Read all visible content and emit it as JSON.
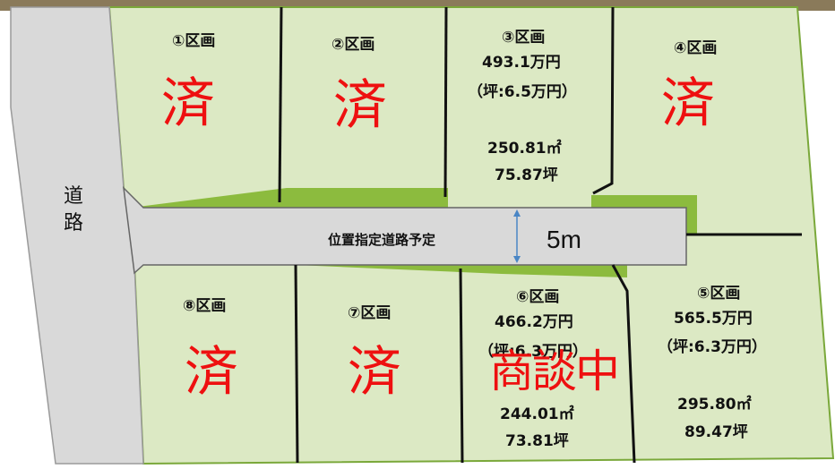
{
  "main_road_label": "道路",
  "private_road_label": "位置指定道路予定",
  "road_width": "5m",
  "colors": {
    "lot_fill": "#dce9c4",
    "accent_green": "#8cbb3e",
    "road_fill": "#d9d9d9",
    "sold_red": "#ee1010"
  },
  "lots": [
    {
      "title": "①区画",
      "status": "済"
    },
    {
      "title": "②区画",
      "status": "済"
    },
    {
      "title": "③区画",
      "price": "493.1万円",
      "tsubo_price": "（坪:6.5万円）",
      "area_m2": "250.81㎡",
      "area_tsubo": "75.87坪"
    },
    {
      "title": "④区画",
      "status": "済"
    },
    {
      "title": "⑤区画",
      "price": "565.5万円",
      "tsubo_price": "（坪:6.3万円）",
      "area_m2": "295.80㎡",
      "area_tsubo": "89.47坪"
    },
    {
      "title": "⑥区画",
      "price": "466.2万円",
      "tsubo_price": "（坪:6.3万円）",
      "area_m2": "244.01㎡",
      "area_tsubo": "73.81坪",
      "status": "商談中"
    },
    {
      "title": "⑦区画",
      "status": "済"
    },
    {
      "title": "⑧区画",
      "status": "済"
    }
  ]
}
